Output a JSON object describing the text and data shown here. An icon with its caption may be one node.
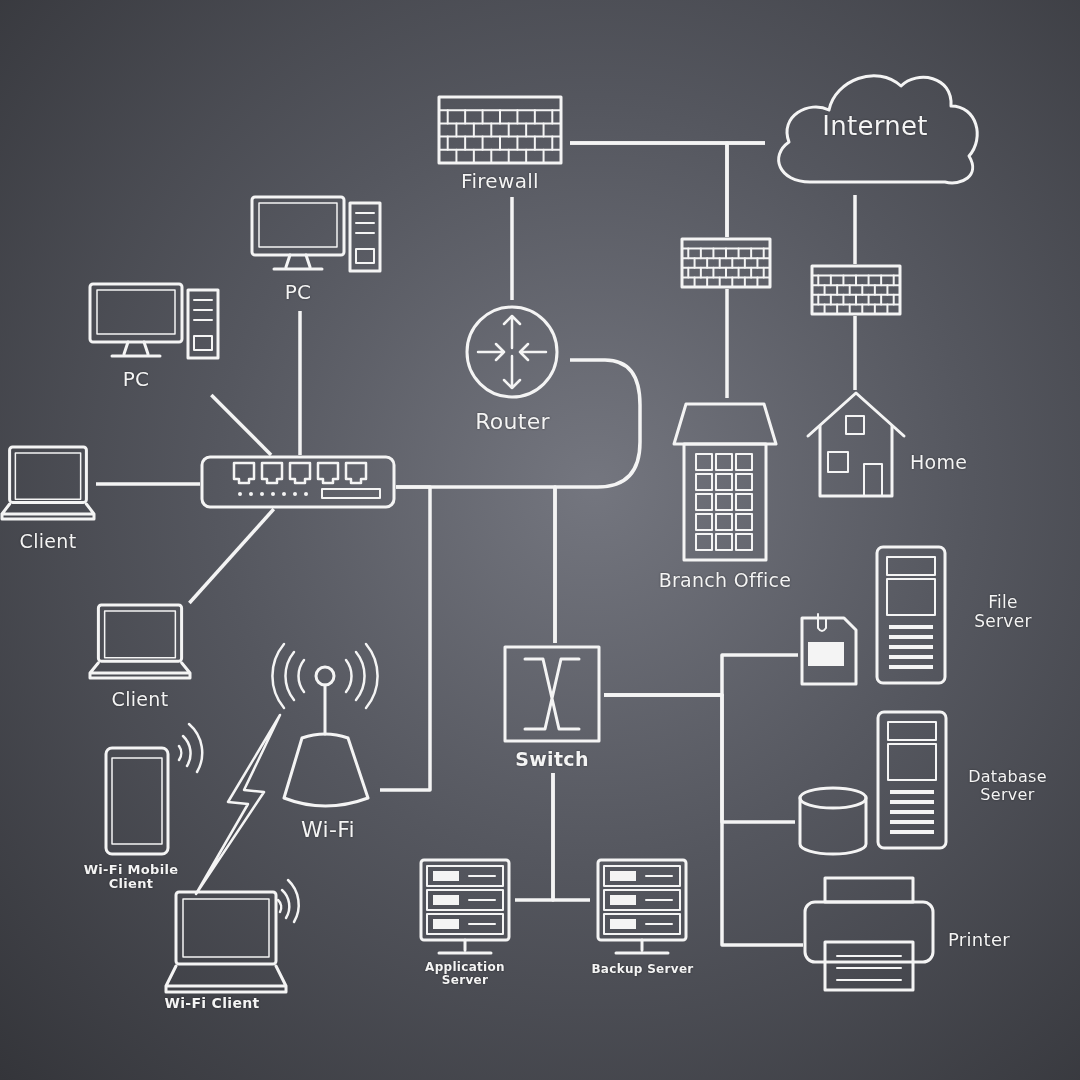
{
  "diagram": {
    "nodes": [
      {
        "text": [
          "Firewall"
        ]
      },
      {
        "text": [
          "Internet"
        ]
      },
      {
        "text": [],
        "shape": "picture"
      },
      {
        "text": [],
        "shape": "picture"
      },
      {
        "text": [
          "PC"
        ]
      },
      {
        "text": [
          "PC"
        ]
      },
      {
        "text": [
          "Router"
        ]
      },
      {
        "text": [],
        "shape": "picture"
      },
      {
        "text": [
          "Client"
        ]
      },
      {
        "text": [
          "Branch Office"
        ]
      },
      {
        "text": [
          "Home"
        ]
      },
      {
        "text": [
          "Client"
        ]
      },
      {
        "text": [
          "File Server"
        ]
      },
      {
        "text": [
          "Switch"
        ]
      },
      {
        "text": [
          "Wi-Fi"
        ]
      },
      {
        "text": [
          "Wi-Fi Mobile Client"
        ]
      },
      {
        "text": [
          "Database Server"
        ]
      },
      {
        "text": [
          "Wi-Fi Client"
        ]
      },
      {
        "text": [
          "Application Server"
        ]
      },
      {
        "text": [
          "Backup Server"
        ]
      },
      {
        "text": [
          "Printer"
        ]
      }
    ],
    "edges": [
      {
        "from": 0,
        "to": 1,
        "arrow": "none"
      },
      {
        "from": 0,
        "to": 2,
        "arrow": "none"
      },
      {
        "from": 1,
        "to": 2,
        "arrow": "none"
      },
      {
        "from": 1,
        "to": 3,
        "arrow": "none"
      },
      {
        "from": 2,
        "to": 9,
        "arrow": "none"
      },
      {
        "from": 3,
        "to": 10,
        "arrow": "none"
      },
      {
        "from": 0,
        "to": 6,
        "arrow": "none"
      },
      {
        "from": 6,
        "to": 13,
        "arrow": "none"
      },
      {
        "from": 7,
        "to": 13,
        "arrow": "none"
      },
      {
        "from": 7,
        "to": 14,
        "arrow": "none"
      },
      {
        "from": 7,
        "to": 4,
        "arrow": "none"
      },
      {
        "from": 7,
        "to": 5,
        "arrow": "none"
      },
      {
        "from": 7,
        "to": 8,
        "arrow": "none"
      },
      {
        "from": 7,
        "to": 11,
        "arrow": "none"
      },
      {
        "from": 13,
        "to": 12,
        "arrow": "none"
      },
      {
        "from": 13,
        "to": 16,
        "arrow": "none"
      },
      {
        "from": 13,
        "to": 20,
        "arrow": "none"
      },
      {
        "from": 13,
        "to": 18,
        "arrow": "none"
      },
      {
        "from": 13,
        "to": 19,
        "arrow": "none"
      }
    ]
  }
}
